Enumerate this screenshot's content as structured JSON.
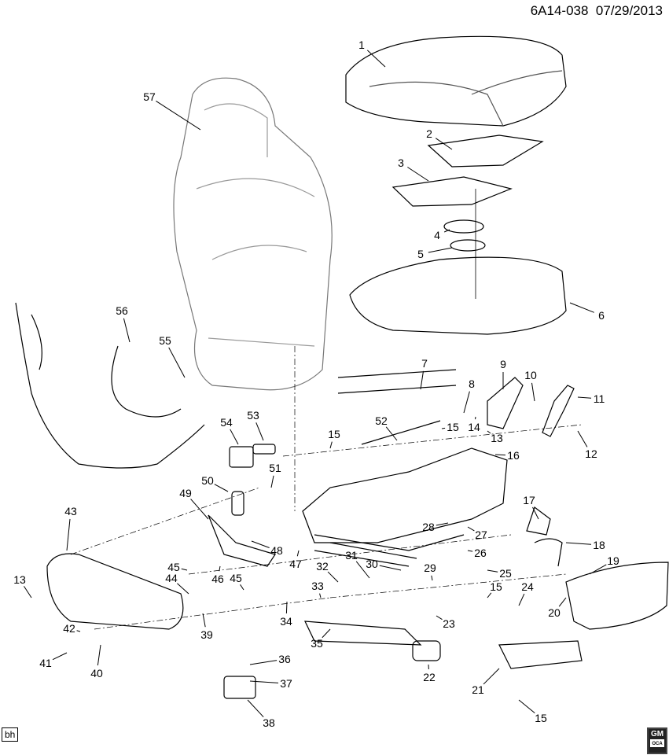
{
  "header": {
    "diagram_id": "6A14-038",
    "date": "07/29/2013"
  },
  "footer": {
    "artist_code": "bh",
    "logo": "GM"
  },
  "callouts": [
    "1",
    "57",
    "2",
    "3",
    "4",
    "5",
    "6",
    "56",
    "55",
    "7",
    "9",
    "10",
    "11",
    "8",
    "52",
    "53",
    "15",
    "15",
    "14",
    "13",
    "12",
    "54",
    "16",
    "50",
    "51",
    "17",
    "28",
    "27",
    "26",
    "49",
    "43",
    "48",
    "47",
    "18",
    "19",
    "45",
    "30",
    "31",
    "32",
    "29",
    "25",
    "46",
    "44",
    "45",
    "13",
    "33",
    "15",
    "24",
    "23",
    "34",
    "20",
    "42",
    "39",
    "35",
    "41",
    "40",
    "22",
    "21",
    "36",
    "37",
    "38",
    "15"
  ]
}
